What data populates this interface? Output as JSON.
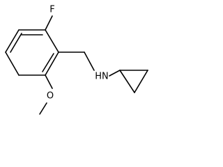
{
  "molecule": {
    "atoms": {
      "fluorine": "F",
      "nitrogen_hydrogen": "HN",
      "oxygen": "O"
    }
  }
}
